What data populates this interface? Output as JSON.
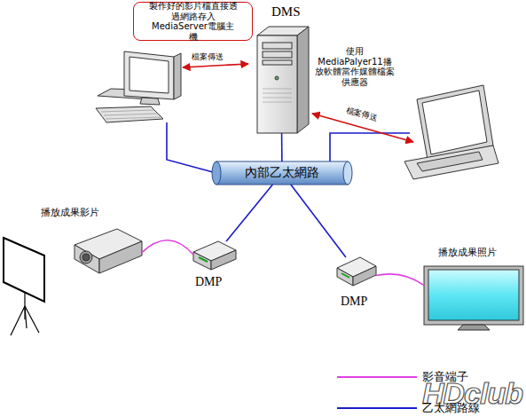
{
  "diagram": {
    "nodes": [
      {
        "text": [
          "製作好的影片檔直接透過網路存入MediaServer電腦主機"
        ]
      },
      {
        "text": [
          "DMS",
          "使用MediaPalyer11播放軟體當作媒體檔案供應器"
        ]
      },
      {
        "text": [
          "內部乙太網路"
        ]
      },
      {
        "text": [
          "播放成果影片"
        ]
      },
      {
        "text": [
          "DMP"
        ]
      },
      {
        "text": [
          "DMP"
        ]
      },
      {
        "text": [
          "播放成果照片"
        ]
      }
    ],
    "edges": [
      {
        "from": 1,
        "to": 2,
        "arrow": "none"
      },
      {
        "from": 2,
        "to": 4,
        "arrow": "none"
      },
      {
        "from": 2,
        "to": 5,
        "arrow": "none"
      },
      {
        "from": 3,
        "to": 4,
        "arrow": "none"
      },
      {
        "from": 5,
        "to": 6,
        "arrow": "none"
      }
    ],
    "labels": [
      "檔案傳送",
      "檔案傳送",
      "HDclub"
    ],
    "legend": [
      {
        "text": "影音端子"
      },
      {
        "text": "乙太網路線"
      }
    ]
  }
}
